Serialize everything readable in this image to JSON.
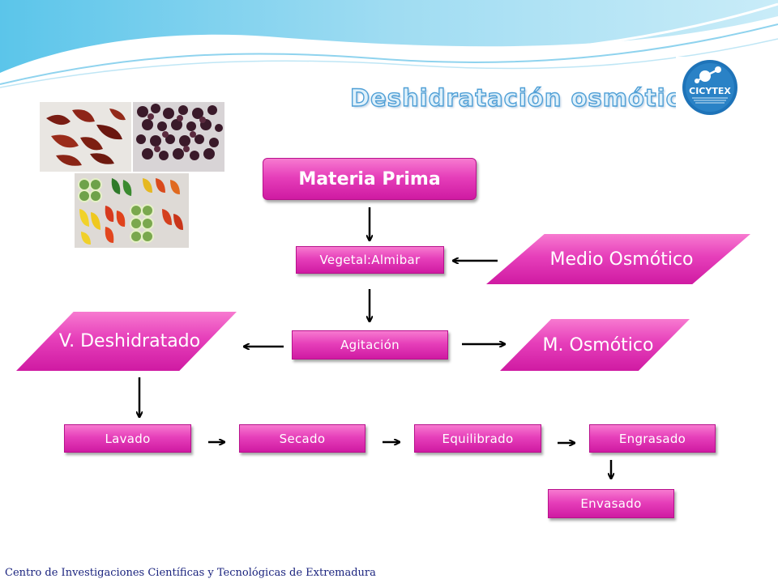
{
  "title": "Deshidratación osmótica",
  "logo": {
    "text": "CICYTEX"
  },
  "nodes": {
    "materia_prima": "Materia Prima",
    "vegetal_almibar": "Vegetal:Almibar",
    "medio_osmotico": "Medio Osmótico",
    "agitacion": "Agitación",
    "v_deshidratado": "V. Deshidratado",
    "m_osmotico": "M. Osmótico",
    "lavado": "Lavado",
    "secado": "Secado",
    "equilibrado": "Equilibrado",
    "engrasado": "Engrasado",
    "envasado": "Envasado"
  },
  "footer": "Centro de Investigaciones Científicas y Tecnológicas  de Extremadura",
  "colors": {
    "node_pink": "#e63fba",
    "title_blue": "#4f9fd6",
    "footer_navy": "#1a237e",
    "logo_blue": "#1e73b8"
  }
}
